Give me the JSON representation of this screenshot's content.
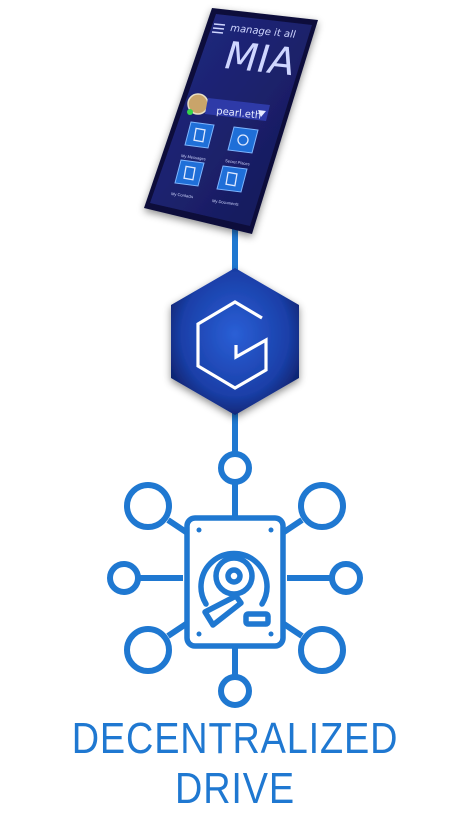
{
  "phone": {
    "tagline": "manage it all",
    "app_name": "MIA",
    "username": "pearl.eth",
    "tiles": [
      {
        "label": "My Messages",
        "icon": "messages-icon"
      },
      {
        "label": "Secret Places",
        "icon": "camera-icon"
      },
      {
        "label": "My Contacts",
        "icon": "contacts-icon"
      },
      {
        "label": "My Documents",
        "icon": "documents-icon"
      }
    ]
  },
  "caption": "DECENTRALIZED DRIVE",
  "colors": {
    "accent": "#1f78d1",
    "hexagon": "#1a3fa8",
    "phone_bg": "#1b1f6e"
  }
}
